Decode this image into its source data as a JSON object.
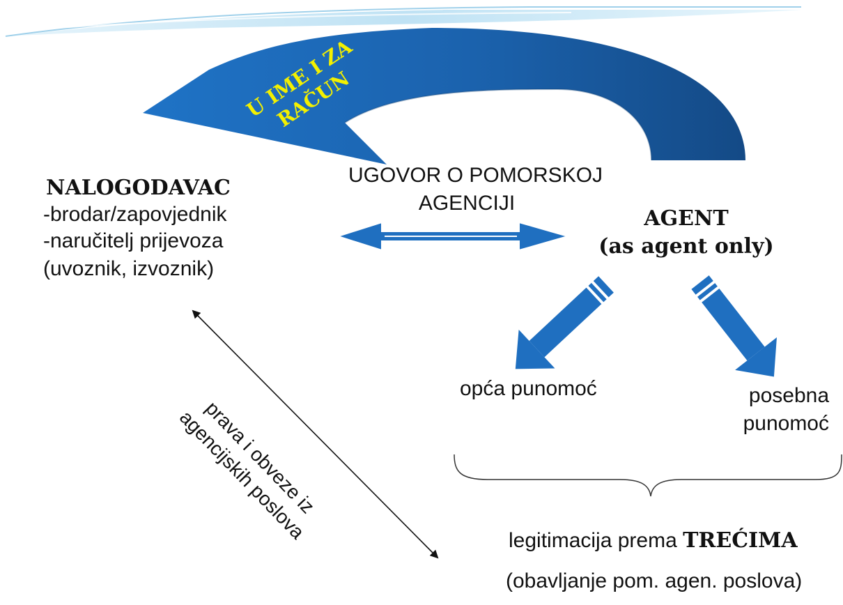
{
  "arc_label": {
    "line1": "U IME I ZA",
    "line2": "RAČUN"
  },
  "principal": {
    "title": "NALOGODAVAC",
    "lines": [
      "-brodar/zapovjednik",
      "-naručitelj prijevoza",
      " (uvoznik, izvoznik)"
    ]
  },
  "contract": {
    "line1": "UGOVOR O POMORSKOJ",
    "line2": "AGENCIJI"
  },
  "agent": {
    "line1": "AGENT",
    "line2": "(as agent only)"
  },
  "authority": {
    "general": "opća punomoć",
    "special_line1": "posebna",
    "special_line2": "punomoć"
  },
  "diagonal": {
    "line1": "prava i obveze iz",
    "line2": "agencijskih poslova"
  },
  "third_parties": {
    "prefix": "legitimacija prema ",
    "emphasis": "TREĆIMA",
    "activity": "(obavljanje pom. agen. poslova)"
  },
  "colors": {
    "arrow_blue": "#1f6fc0",
    "arrow_dark": "#164f8e",
    "arc_text": "#f3f000",
    "banner_light": "#cde8f6"
  }
}
